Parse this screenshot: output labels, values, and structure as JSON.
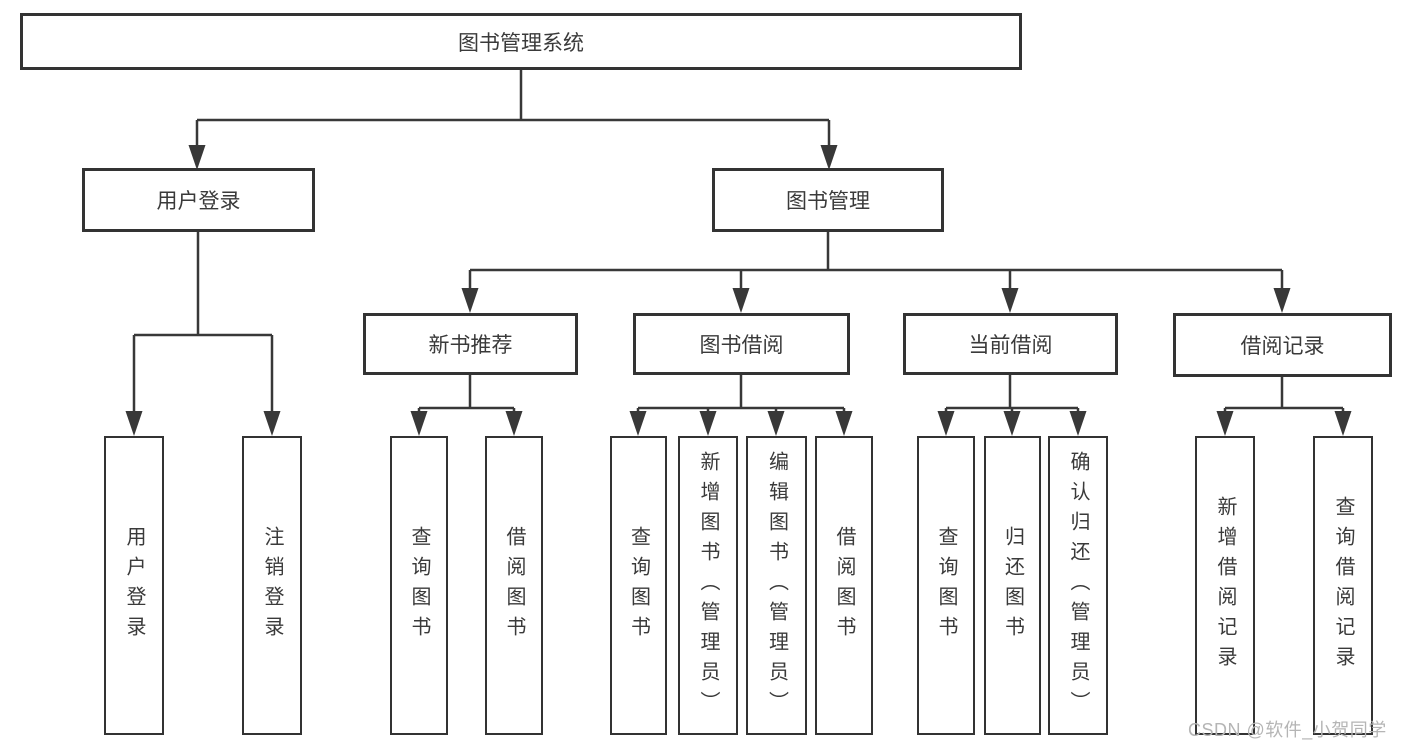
{
  "colors": {
    "background": "#ffffff",
    "box_border": "#333333",
    "line": "#383838",
    "text": "#3a3a3a",
    "watermark": "#b5b5b5"
  },
  "tree": {
    "root": {
      "label": "图书管理系统"
    },
    "level2": [
      {
        "label": "用户登录"
      },
      {
        "label": "图书管理"
      }
    ],
    "level3": [
      {
        "label": "新书推荐",
        "parent": "图书管理"
      },
      {
        "label": "图书借阅",
        "parent": "图书管理"
      },
      {
        "label": "当前借阅",
        "parent": "图书管理"
      },
      {
        "label": "借阅记录",
        "parent": "图书管理"
      }
    ],
    "leaves": [
      {
        "label": "用户登录",
        "parent": "用户登录"
      },
      {
        "label": "注销登录",
        "parent": "用户登录"
      },
      {
        "label": "查询图书",
        "parent": "新书推荐"
      },
      {
        "label": "借阅图书",
        "parent": "新书推荐"
      },
      {
        "label": "查询图书",
        "parent": "图书借阅"
      },
      {
        "label": "新增图书（管理员）",
        "parent": "图书借阅"
      },
      {
        "label": "编辑图书（管理员）",
        "parent": "图书借阅"
      },
      {
        "label": "借阅图书",
        "parent": "图书借阅"
      },
      {
        "label": "查询图书",
        "parent": "当前借阅"
      },
      {
        "label": "归还图书",
        "parent": "当前借阅"
      },
      {
        "label": "确认归还（管理员）",
        "parent": "当前借阅"
      },
      {
        "label": "新增借阅记录",
        "parent": "借阅记录"
      },
      {
        "label": "查询借阅记录",
        "parent": "借阅记录"
      }
    ]
  },
  "watermark": {
    "text": "CSDN @软件_小贺同学"
  }
}
